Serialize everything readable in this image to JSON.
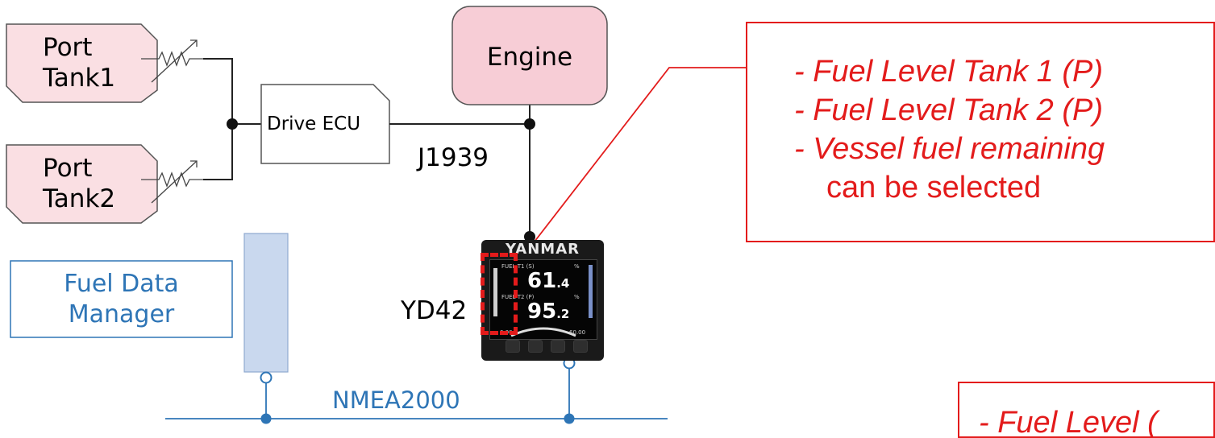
{
  "port_tank_1": {
    "label_line1": "Port",
    "label_line2": "Tank1"
  },
  "port_tank_2": {
    "label_line1": "Port",
    "label_line2": "Tank2"
  },
  "drive_ecu": {
    "label": "Drive ECU"
  },
  "engine": {
    "label": "Engine"
  },
  "bus_j1939": {
    "label": "J1939"
  },
  "device_yd42": {
    "label": "YD42",
    "brand": "YANMAR",
    "screen": {
      "top_label": "FUEL T1 (S)",
      "mid_label": "FUEL T2 (P)",
      "value1_int": "61",
      "value1_dec": ".4",
      "value2_int": "95",
      "value2_dec": ".2",
      "unit1": "%",
      "unit2": "%",
      "bottom_left": "0.00",
      "bottom_right": "60.00"
    }
  },
  "fuel_data_manager": {
    "label_line1": "Fuel Data",
    "label_line2": "Manager"
  },
  "bus_nmea2000": {
    "label": "NMEA2000"
  },
  "callout_main": {
    "lines": [
      "- Fuel Level Tank 1 (P)",
      "- Fuel Level Tank 2 (P)",
      "- Vessel fuel remaining"
    ],
    "footer": "can be selected"
  },
  "callout_partial": {
    "text": "- Fuel Level ("
  },
  "colors": {
    "tank_fill": "#fadfe3",
    "engine_fill": "#f7cdd6",
    "callout_red": "#e31b1b",
    "nmea_blue": "#2e75b6",
    "manager_bar_fill": "#c9d8ee"
  }
}
